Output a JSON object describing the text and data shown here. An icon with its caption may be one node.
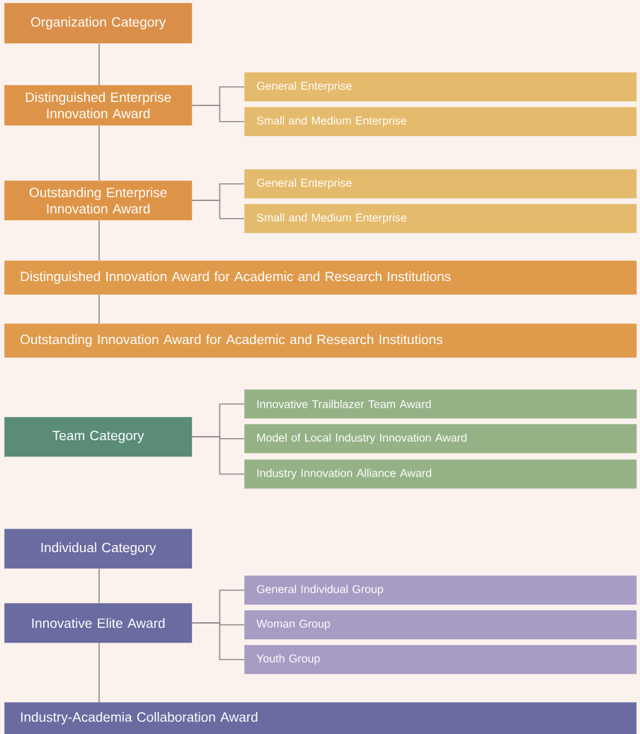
{
  "diagram": {
    "nodes": [
      {
        "text": [
          "Organization Category"
        ]
      },
      {
        "text": [
          "Distinguished Enterprise Innovation Award"
        ]
      },
      {
        "text": [
          "General Enterprise"
        ]
      },
      {
        "text": [
          "Small and Medium Enterprise"
        ]
      },
      {
        "text": [
          "Outstanding Enterprise Innovation Award"
        ]
      },
      {
        "text": [
          "General Enterprise"
        ]
      },
      {
        "text": [
          "Small and Medium Enterprise"
        ]
      },
      {
        "text": [
          "Distinguished Innovation Award for Academic and Research Institutions"
        ]
      },
      {
        "text": [
          "Outstanding Innovation Award for Academic and Research Institutions"
        ]
      },
      {
        "text": [
          "Team Category"
        ]
      },
      {
        "text": [
          "Innovative Trailblazer Team Award"
        ]
      },
      {
        "text": [
          "Model of Local Industry Innovation Award"
        ]
      },
      {
        "text": [
          "Industry Innovation Alliance Award"
        ]
      },
      {
        "text": [
          "Individual Category"
        ]
      },
      {
        "text": [
          "Innovative Elite Award"
        ]
      },
      {
        "text": [
          "General Individual Group"
        ]
      },
      {
        "text": [
          "Woman Group"
        ]
      },
      {
        "text": [
          "Youth Group"
        ]
      },
      {
        "text": [
          "Industry-Academia Collaboration Award"
        ]
      }
    ],
    "edges": [
      {
        "from": 0,
        "to": 1,
        "arrow": "none"
      },
      {
        "from": 1,
        "to": 2,
        "arrow": "none"
      },
      {
        "from": 1,
        "to": 3,
        "arrow": "none"
      },
      {
        "from": 1,
        "to": 4,
        "arrow": "none"
      },
      {
        "from": 4,
        "to": 5,
        "arrow": "none"
      },
      {
        "from": 4,
        "to": 6,
        "arrow": "none"
      },
      {
        "from": 4,
        "to": 7,
        "arrow": "none"
      },
      {
        "from": 7,
        "to": 8,
        "arrow": "none"
      },
      {
        "from": 9,
        "to": 10,
        "arrow": "none"
      },
      {
        "from": 9,
        "to": 11,
        "arrow": "none"
      },
      {
        "from": 9,
        "to": 12,
        "arrow": "none"
      },
      {
        "from": 13,
        "to": 14,
        "arrow": "none"
      },
      {
        "from": 14,
        "to": 15,
        "arrow": "none"
      },
      {
        "from": 14,
        "to": 16,
        "arrow": "none"
      },
      {
        "from": 14,
        "to": 17,
        "arrow": "none"
      },
      {
        "from": 14,
        "to": 18,
        "arrow": "none"
      }
    ]
  }
}
